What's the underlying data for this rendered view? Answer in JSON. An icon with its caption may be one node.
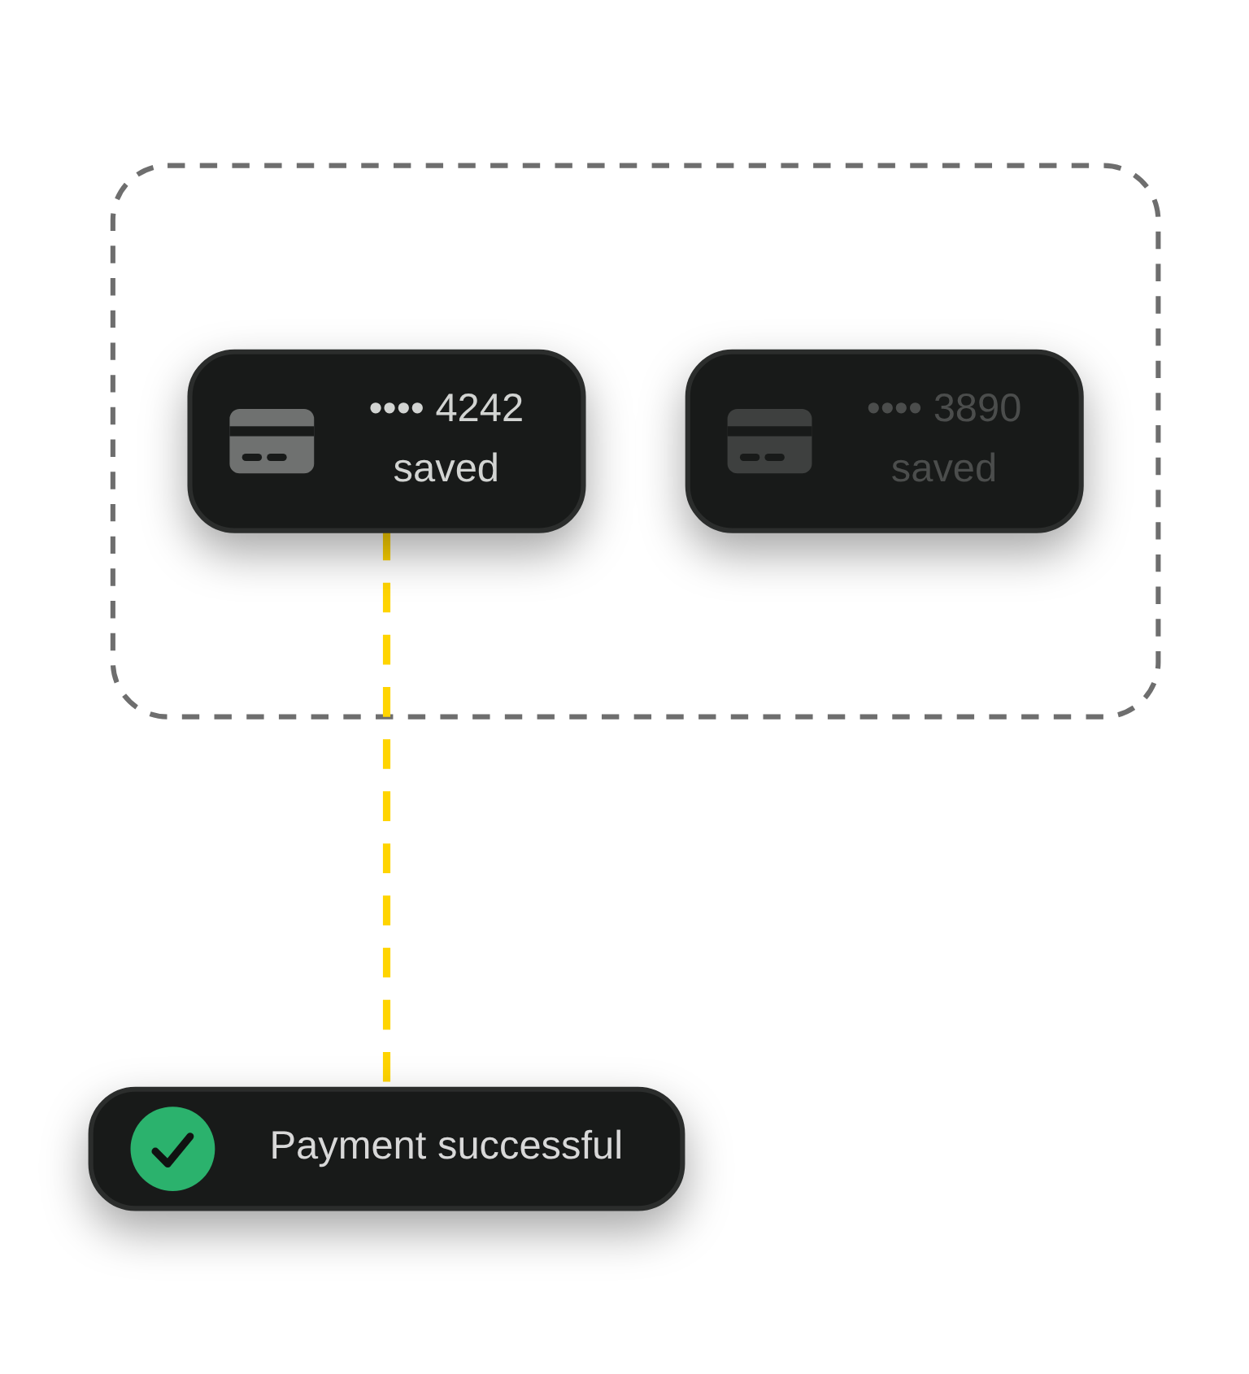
{
  "diagram": {
    "nodes": [
      {
        "text": [],
        "shape": "box"
      },
      {
        "text": [
          "•••• 4242",
          "saved"
        ],
        "in": 0
      },
      {
        "text": [
          "•••• 3890",
          "saved"
        ],
        "in": 0
      },
      {
        "text": [
          "Payment successful"
        ]
      }
    ],
    "edges": [
      {
        "from": 1,
        "to": 3,
        "arrow": "none",
        "style": "dashed",
        "color": "#ffd400"
      }
    ]
  }
}
